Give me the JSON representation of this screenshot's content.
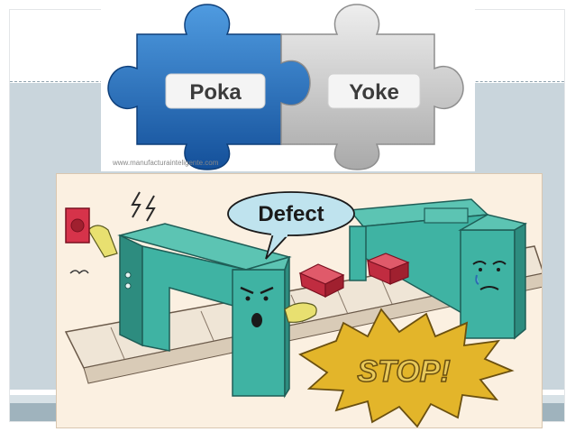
{
  "slide": {
    "accent_color": "#9fb3bd",
    "band_color": "#c9d5dc"
  },
  "puzzle": {
    "left_piece_label": "Poka",
    "right_piece_label": "Yoke",
    "caption": "www.manufacturainteligente.com",
    "left_color": "#1f6fb8",
    "right_color": "#c9c9c9"
  },
  "cartoon": {
    "speech_bubble_text": "Defect",
    "stop_burst_text": "STOP!",
    "machine_color": "#3fb3a3",
    "defect_box_color": "#d6334a",
    "burst_color": "#e3b52a"
  }
}
